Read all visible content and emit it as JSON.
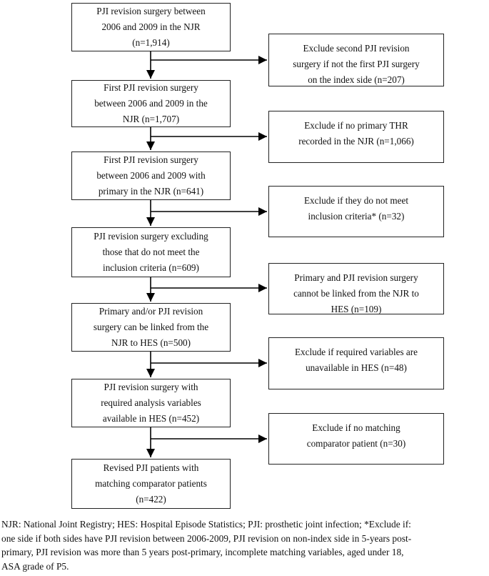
{
  "flow": {
    "main_boxes": [
      {
        "lines": [
          "PJI revision surgery between",
          "2006 and 2009 in the NJR",
          "(n=1,914)"
        ]
      },
      {
        "lines": [
          "First PJI revision surgery",
          "between 2006 and 2009 in the",
          "NJR (n=1,707)"
        ]
      },
      {
        "lines": [
          "First PJI revision surgery",
          "between 2006 and 2009 with",
          "primary in the NJR (n=641)"
        ]
      },
      {
        "lines": [
          "PJI revision surgery excluding",
          "those that do not meet the",
          "inclusion criteria (n=609)"
        ]
      },
      {
        "lines": [
          "Primary and/or PJI revision",
          "surgery can be linked from the",
          "NJR to HES (n=500)"
        ]
      },
      {
        "lines": [
          "PJI revision surgery with",
          "required analysis variables",
          "available in HES (n=452)"
        ]
      },
      {
        "lines": [
          "Revised PJI patients with",
          "matching comparator patients",
          "(n=422)"
        ]
      }
    ],
    "exclusion_boxes": [
      {
        "lines": [
          "Exclude second PJI revision",
          "surgery if not the first PJI surgery",
          "on the index side (n=207)"
        ]
      },
      {
        "lines": [
          "Exclude if no primary THR",
          "recorded in the NJR (n=1,066)"
        ]
      },
      {
        "lines": [
          "Exclude if they do not meet",
          "inclusion criteria* (n=32)"
        ]
      },
      {
        "lines": [
          "Primary and PJI revision surgery",
          "cannot be linked from the NJR to",
          "HES (n=109)"
        ]
      },
      {
        "lines": [
          "Exclude if required variables are",
          "unavailable in HES (n=48)"
        ]
      },
      {
        "lines": [
          "Exclude if no matching",
          "comparator patient (n=30)"
        ]
      }
    ]
  },
  "footnote": {
    "lines": [
      "NJR: National Joint Registry; HES: Hospital Episode Statistics; PJI: prosthetic joint infection; *Exclude if:",
      "one side if both sides have PJI revision between 2006-2009, PJI revision on non-index side in 5-years post-",
      "primary, PJI revision was more than 5 years post-primary, incomplete matching variables, aged under 18,",
      "ASA grade of P5."
    ]
  },
  "colors": {
    "background": "#ffffff",
    "box_border": "#222222",
    "text": "#111111",
    "arrow": "#000000"
  }
}
